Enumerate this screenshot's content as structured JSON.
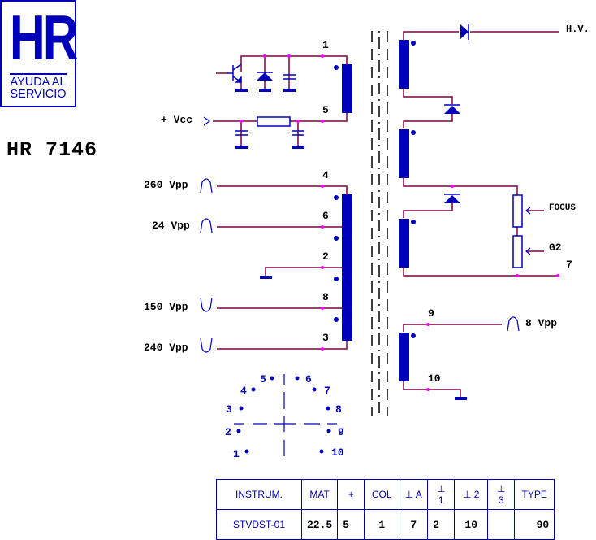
{
  "logo": {
    "mark": "HR",
    "line1": "AYUDA AL",
    "line2": "SERVICIO"
  },
  "model_title": "HR 7146",
  "colors": {
    "wire": "#7a0040",
    "component": "#0000bb",
    "junction": "#ff00ff",
    "lead": "#ff0000",
    "text": "#000000"
  },
  "primary": {
    "pin_1": "1",
    "pin_5": "5",
    "vcc_label": "+ Vcc",
    "components": [
      "transistor-icon",
      "zener-diode-icon",
      "capacitor-icon",
      "resistor-icon",
      "capacitor-icon",
      "capacitor-icon"
    ]
  },
  "secondary_left": {
    "windings": [
      {
        "pin": "4",
        "voltage": "260 Vpp",
        "pulse": "positive"
      },
      {
        "pin": "6",
        "voltage": "24 Vpp",
        "pulse": "positive"
      },
      {
        "pin": "2",
        "voltage": "",
        "pulse": "ground"
      },
      {
        "pin": "8",
        "voltage": "150 Vpp",
        "pulse": "negative"
      },
      {
        "pin": "3",
        "voltage": "240 Vpp",
        "pulse": "negative"
      }
    ]
  },
  "high_voltage": {
    "output_label": "H.V.",
    "focus_label": "FOCUS",
    "g2_label": "G2",
    "pin_7": "7"
  },
  "aux_winding": {
    "pin_9": "9",
    "pin_10": "10",
    "voltage": "8 Vpp"
  },
  "pinout": {
    "pins": [
      "1",
      "2",
      "3",
      "4",
      "5",
      "6",
      "7",
      "8",
      "9",
      "10"
    ]
  },
  "table": {
    "headers": [
      "INSTRUM.",
      "MAT",
      "+",
      "COL",
      "⊥ A",
      "⊥ 1",
      "⊥ 2",
      "⊥ 3",
      "TYPE"
    ],
    "row": [
      "STVDST-01",
      "22.5",
      "5",
      "1",
      "7",
      "2",
      "10",
      "",
      "90"
    ]
  }
}
